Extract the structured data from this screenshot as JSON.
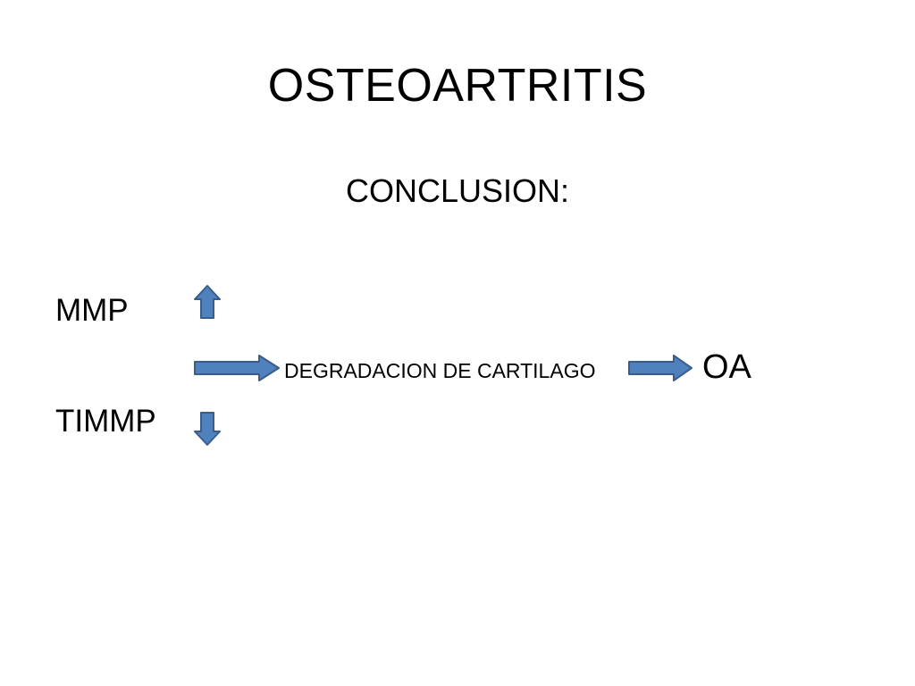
{
  "slide": {
    "title": "OSTEOARTRITIS",
    "subtitle": "CONCLUSION:"
  },
  "diagram": {
    "factors": [
      {
        "label": "MMP",
        "trend_icon": "up-arrow-icon"
      },
      {
        "label": "TIMMP",
        "trend_icon": "down-arrow-icon"
      }
    ],
    "process": "DEGRADACION DE CARTILAGO",
    "result": "OA",
    "flow_icon": "right-arrow-icon"
  },
  "colors": {
    "arrow_fill": "#4F81BD",
    "arrow_stroke": "#385D8A",
    "text": "#000000",
    "background": "#FFFFFF"
  }
}
